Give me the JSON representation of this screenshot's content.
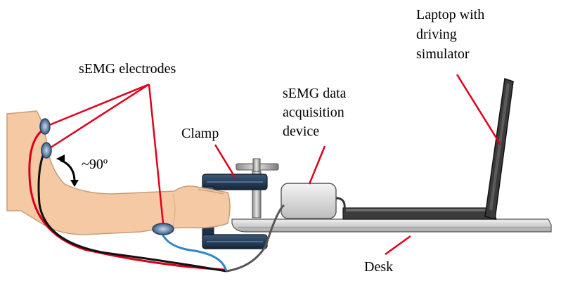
{
  "labels": {
    "electrodes": "sEMG electrodes",
    "angle": "~90º",
    "clamp": "Clamp",
    "daq_line1": "sEMG data",
    "daq_line2": "acquisition",
    "daq_line3": "device",
    "laptop_line1": "Laptop with",
    "laptop_line2": "driving",
    "laptop_line3": "simulator",
    "desk": "Desk"
  },
  "colors": {
    "leader_line": "#e0001b",
    "skin": "#f4c9a4",
    "skin_outline": "#c79d78",
    "desk": "#d9d9d9",
    "laptop": "#3a3a3a",
    "clamp": "#1f3550",
    "electrode": "#7d9ab8",
    "wire_red": "#d6001a",
    "wire_black": "#111111",
    "wire_blue": "#2f86c8",
    "wire_gray": "#555555"
  }
}
